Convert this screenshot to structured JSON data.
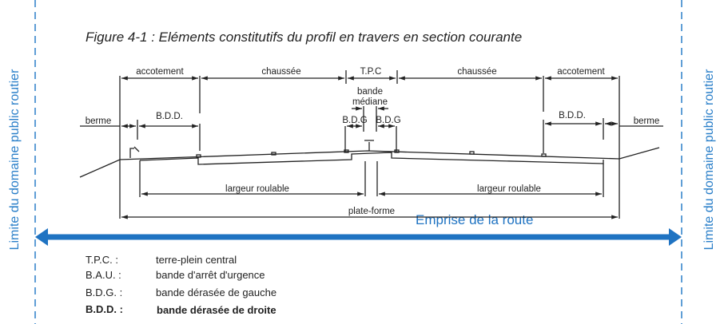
{
  "title": "Figure 4-1 : Eléments constitutifs du profil en travers en section courante",
  "side_label": "Limite du domaine public routier",
  "emprise_label": "Emprise de la route",
  "dimensions": {
    "accotement": "accotement",
    "chaussee": "chaussée",
    "tpc": "T.P.C",
    "bande_mediane_1": "bande",
    "bande_mediane_2": "médiane",
    "bdg": "B.D.G",
    "bdd": "B.D.D.",
    "berme": "berme",
    "largeur_roulable": "largeur roulable",
    "plate_forme": "plate-forme"
  },
  "legend": [
    {
      "abbr": "T.P.C. :",
      "desc": "terre-plein central"
    },
    {
      "abbr": "B.A.U. :",
      "desc": "bande d'arrêt d'urgence"
    },
    {
      "abbr": "B.D.G. :",
      "desc": "bande dérasée de gauche"
    },
    {
      "abbr": "B.D.D. :",
      "desc": "bande dérasée de droite"
    }
  ],
  "colors": {
    "accent": "#2a7fc9",
    "line": "#222222"
  }
}
